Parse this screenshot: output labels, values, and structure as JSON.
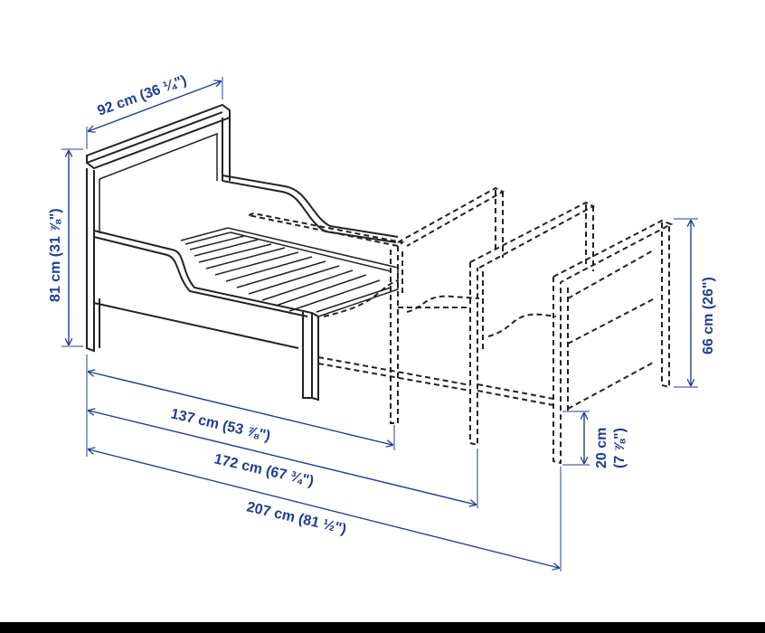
{
  "dimensions": {
    "width": "92 cm (36 ¼\")",
    "height": "81 cm (31 ⅞\")",
    "length_1": "137 cm (53 ⅞\")",
    "length_2": "172 cm (67 ¾\")",
    "length_3": "207 cm (81 ½\")",
    "footboard_height": "66 cm (26\")",
    "leg_height_1": "20 cm",
    "leg_height_2": "(7 ⅞\")"
  },
  "colors": {
    "dimension": "#1f3f8f",
    "line": "#222222",
    "background": "#ffffff"
  }
}
